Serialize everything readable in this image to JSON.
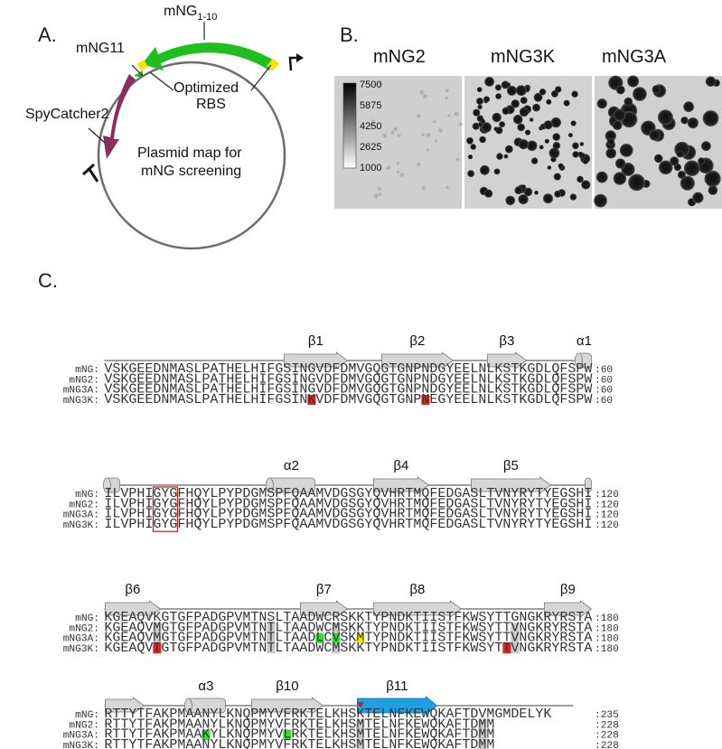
{
  "panels": {
    "a_label": "A.",
    "b_label": "B.",
    "c_label": "C."
  },
  "plasmid": {
    "gene_top_base": "mNG",
    "gene_top_sub": "1-10",
    "gene_11": "mNG11",
    "rbs_line1": "Optimized",
    "rbs_line2": "RBS",
    "spycatcher": "SpyCatcher2",
    "center_line1": "Plasmid map for",
    "center_line2": "mNG screening",
    "colors": {
      "gene_green": "#1fbf1f",
      "spycatcher": "#8b2e5e",
      "rbs_yellow": "#f2e600",
      "ring": "#6e6e6e"
    }
  },
  "images": {
    "headers": [
      "mNG2",
      "mNG3K",
      "mNG3A"
    ],
    "scale_ticks": [
      "7500",
      "5875",
      "4250",
      "2625",
      "1000"
    ]
  },
  "alignment": {
    "colors": {
      "red": "#e02020",
      "green": "#33dd33",
      "yellow": "#f5f000",
      "gray": "#c8c8c8",
      "beta11": "#1ea0e6",
      "element_fill": "#d6d6d6",
      "element_stroke": "#7a7a7a",
      "triangle": "#c0221e"
    },
    "blocks": [
      {
        "elements": [
          {
            "type": "strand",
            "label": "β1",
            "from": 22,
            "to": 30
          },
          {
            "type": "strand",
            "label": "β2",
            "from": 34,
            "to": 43
          },
          {
            "type": "strand",
            "label": "β3",
            "from": 47,
            "to": 52
          },
          {
            "type": "helix",
            "label": "α1",
            "from": 58,
            "to": 60
          }
        ],
        "rows": [
          {
            "name": "mNG:",
            "seq": "VSKGEEDNMASLPATHELHIFGSINGVDFDMVGQGTGNPNDGYEELNLKSTKGDLQFSPW",
            "end": ":60",
            "marks": []
          },
          {
            "name": "mNG2:",
            "seq": "VSKGEEDNMASLPATHELHIFGSINGVDFDMVGQGTGNPNDGYEELNLKSTKGDLQFSPW",
            "end": ":60",
            "marks": []
          },
          {
            "name": "mNG3A:",
            "seq": "VSKGEEDNMASLPATHELHIFGSINGVDFDMVGQGTGNPNDGYEELNLKSTKGDLQFSPW",
            "end": ":60",
            "marks": []
          },
          {
            "name": "mNG3K:",
            "seq": "VSKGEEDNMASLPATHELHIFGSINKVDFDMVGQGTGNPNEGYEELNLKSTKGDLQFSPW",
            "end": ":60",
            "marks": [
              {
                "i": 25,
                "c": "red"
              },
              {
                "i": 39,
                "c": "red"
              }
            ]
          }
        ]
      },
      {
        "elements": [
          {
            "type": "helix",
            "label": "",
            "from": 0,
            "to": 2
          },
          {
            "type": "helix",
            "label": "α2",
            "from": 20,
            "to": 26
          },
          {
            "type": "strand",
            "label": "β4",
            "from": 33,
            "to": 40
          },
          {
            "type": "strand",
            "label": "β5",
            "from": 45,
            "to": 55
          },
          {
            "type": "helix",
            "label": "",
            "from": 59,
            "to": 60
          }
        ],
        "rows": [
          {
            "name": "mNG:",
            "seq": "ILVPHIGYGFHQYLPYPDGMSPFQAAMVDGSGYQVHRTMQFEDGASLTVNYRYTYEGSHI",
            "end": ":120",
            "marks": []
          },
          {
            "name": "mNG2:",
            "seq": "ILVPHIGYGFHQYLPYPDGMSPFQAAMVDGSGYQVHRTMQFEDGASLTVNYRYTYEGSHI",
            "end": ":120",
            "marks": []
          },
          {
            "name": "mNG3A:",
            "seq": "ILVPHIGYGFHQYLPYPDGMSPFQAAMVDGSGYQVHRTMQFEDGASLTVNYRYTYEGSHI",
            "end": ":120",
            "marks": []
          },
          {
            "name": "mNG3K:",
            "seq": "ILVPHIGYGFHQYLPYPDGMSPFQAAMVDGSGYQVHRTMQFEDGASLTVNYRYTYEGSHI",
            "end": ":120",
            "marks": []
          }
        ],
        "chromophore_box": {
          "from": 6,
          "to": 9
        }
      },
      {
        "elements": [
          {
            "type": "strand",
            "label": "β6",
            "from": 0,
            "to": 7
          },
          {
            "type": "strand",
            "label": "β7",
            "from": 24,
            "to": 30
          },
          {
            "type": "strand",
            "label": "β8",
            "from": 33,
            "to": 44
          },
          {
            "type": "strand",
            "label": "β9",
            "from": 54,
            "to": 60
          }
        ],
        "rows": [
          {
            "name": "mNG:",
            "seq": "KGEAQVKGTGFPADGPVMTNSLTAADWCRSKKTYPNDKTIISTFKWSYTTGNGKRYRSTA",
            "end": ":180",
            "marks": []
          },
          {
            "name": "mNG2:",
            "seq": "KGEAQVMGTGFPADGPVMTNTLTAADWCMSKKTYPNDKTIISTFKWSYTTVNGKRYRSTA",
            "end": ":180",
            "marks": [
              {
                "i": 6,
                "c": "gray"
              },
              {
                "i": 20,
                "c": "gray"
              },
              {
                "i": 28,
                "c": "gray"
              },
              {
                "i": 50,
                "c": "gray"
              }
            ]
          },
          {
            "name": "mNG3A:",
            "seq": "KGEAQVMGTGFPADGPVMTNTLTAADLCVSKMTYPNDKTIISTFKWSYTTVNGKRYRSTA",
            "end": ":180",
            "marks": [
              {
                "i": 6,
                "c": "gray"
              },
              {
                "i": 20,
                "c": "gray"
              },
              {
                "i": 26,
                "c": "green"
              },
              {
                "i": 28,
                "c": "green"
              },
              {
                "i": 31,
                "c": "yellow"
              },
              {
                "i": 50,
                "c": "gray"
              }
            ]
          },
          {
            "name": "mNG3K:",
            "seq": "KGEAQVTGTGFPADGPVMTNTLTAADWCMSKKTYPNDKTIISTFKWSYTTVNGKRYRSTA",
            "end": ":180",
            "marks": [
              {
                "i": 6,
                "c": "red"
              },
              {
                "i": 20,
                "c": "gray"
              },
              {
                "i": 28,
                "c": "gray"
              },
              {
                "i": 49,
                "c": "red"
              },
              {
                "i": 50,
                "c": "gray"
              }
            ]
          }
        ]
      },
      {
        "elements": [
          {
            "type": "strand",
            "label": "",
            "from": 0,
            "to": 5
          },
          {
            "type": "helix",
            "label": "α3",
            "from": 10,
            "to": 15
          },
          {
            "type": "strand",
            "label": "β10",
            "from": 18,
            "to": 27
          },
          {
            "type": "strand",
            "label": "β11",
            "from": 31,
            "to": 41,
            "highlight": true
          }
        ],
        "rows": [
          {
            "name": "mNG:",
            "seq": "RTTYTFAKPMAANYLKNQPMYVFRKTELKHSKTELNFKEWQKAFTDVMGMDELYK",
            "end": ":235",
            "marks": []
          },
          {
            "name": "mNG2:",
            "seq": "RTTYTFAKPMAANYLKNQPMYVFRKTELKHSMTELNFKEWQKAFTDMM",
            "end": ":228",
            "marks": [
              {
                "i": 31,
                "c": "gray"
              },
              {
                "i": 46,
                "c": "gray"
              }
            ]
          },
          {
            "name": "mNG3A:",
            "seq": "RTTYTFAKPMAAKYLKNQPMYVLRKTELKHSMTELNFKEWQKAFTDMM",
            "end": ":228",
            "marks": [
              {
                "i": 12,
                "c": "green"
              },
              {
                "i": 22,
                "c": "green"
              },
              {
                "i": 31,
                "c": "gray"
              },
              {
                "i": 46,
                "c": "gray"
              }
            ]
          },
          {
            "name": "mNG3K:",
            "seq": "RTTYTFAKPMAANYLKNQPMYVFRKTELKHSMTELNFKEWQKAFTDMM",
            "end": ":228",
            "marks": [
              {
                "i": 31,
                "c": "gray"
              },
              {
                "i": 46,
                "c": "gray"
              }
            ]
          }
        ],
        "split_site": 31
      }
    ]
  }
}
